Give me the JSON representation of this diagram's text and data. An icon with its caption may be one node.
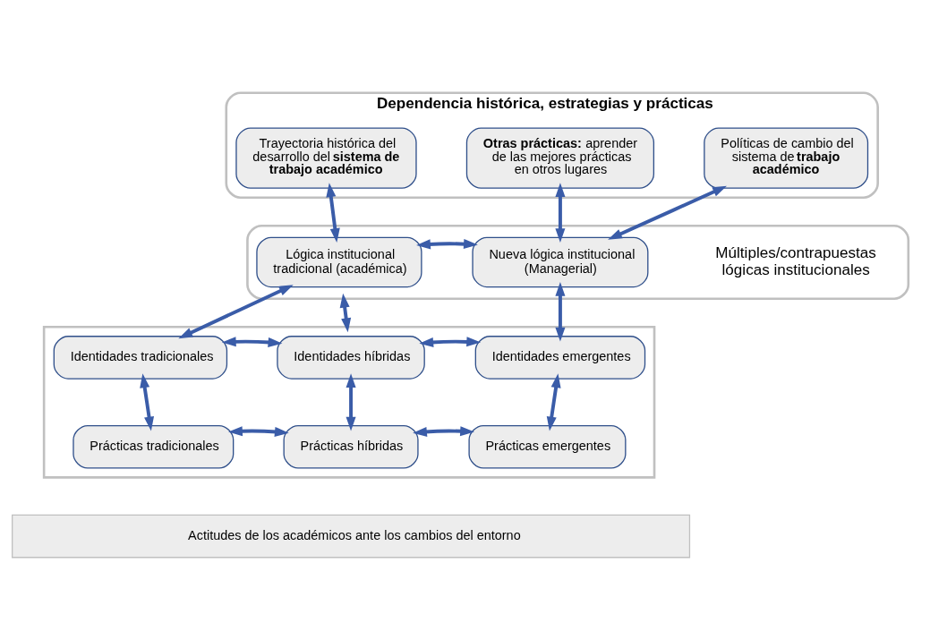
{
  "diagram": {
    "nodes": [
      {
        "text": [
          "Dependencia histórica, estrategias y prácticas"
        ]
      },
      {
        "text": [
          "Trayectoria histórica del desarrollo del **sistema de trabajo académico**"
        ],
        "in": 0
      },
      {
        "text": [
          "**Otras prácticas:** aprender de las mejores prácticas en otros lugares"
        ],
        "in": 0
      },
      {
        "text": [
          "Políticas de cambio del sistema de **trabajo académico**"
        ],
        "in": 0
      },
      {
        "text": [
          "Múltiples/contrapuestas lógicas institucionales"
        ]
      },
      {
        "text": [
          "Lógica institucional tradicional (académica)"
        ],
        "in": 4
      },
      {
        "text": [
          "Nueva lógica institucional (Managerial)"
        ],
        "in": 4
      },
      {
        "text": [],
        "shape": "box"
      },
      {
        "text": [
          "Identidades tradicionales"
        ],
        "in": 7
      },
      {
        "text": [
          "Identidades híbridas"
        ],
        "in": 7
      },
      {
        "text": [
          "Identidades emergentes"
        ],
        "in": 7
      },
      {
        "text": [
          "Prácticas tradicionales"
        ],
        "in": 7
      },
      {
        "text": [
          "Prácticas híbridas"
        ],
        "in": 7
      },
      {
        "text": [
          "Prácticas emergentes"
        ],
        "in": 7
      },
      {
        "text": [
          "Actitudes de los académicos ante los cambios del entorno"
        ]
      }
    ],
    "edges": [
      {
        "from": 1,
        "to": 5,
        "arrow": "both"
      },
      {
        "from": 2,
        "to": 6,
        "arrow": "both"
      },
      {
        "from": 3,
        "to": 6,
        "arrow": "both"
      },
      {
        "from": 5,
        "to": 6,
        "arrow": "both"
      },
      {
        "from": 4,
        "to": 7,
        "arrow": "both"
      },
      {
        "from": 5,
        "to": 8,
        "arrow": "both"
      },
      {
        "from": 6,
        "to": 10,
        "arrow": "both"
      },
      {
        "from": 8,
        "to": 9,
        "arrow": "both"
      },
      {
        "from": 9,
        "to": 10,
        "arrow": "both"
      },
      {
        "from": 8,
        "to": 11,
        "arrow": "both"
      },
      {
        "from": 9,
        "to": 12,
        "arrow": "both"
      },
      {
        "from": 10,
        "to": 13,
        "arrow": "both"
      },
      {
        "from": 11,
        "to": 12,
        "arrow": "both"
      },
      {
        "from": 12,
        "to": 13,
        "arrow": "both"
      }
    ]
  }
}
